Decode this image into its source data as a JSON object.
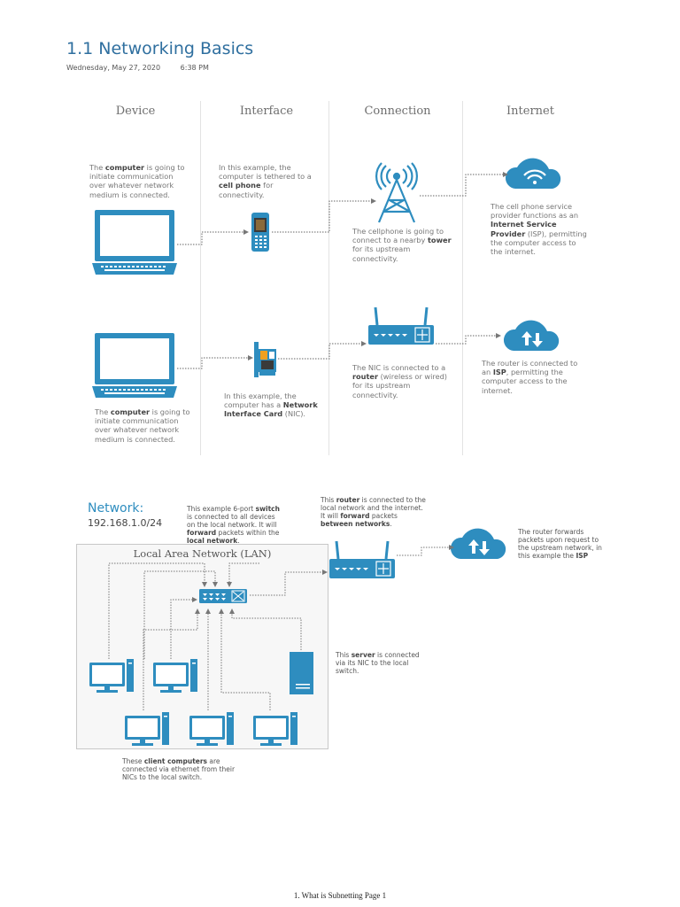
{
  "page": {
    "title": "1.1 Networking Basics",
    "date": "Wednesday, May 27, 2020",
    "time": "6:38 PM"
  },
  "columns": [
    "Device",
    "Interface",
    "Connection",
    "Internet"
  ],
  "row1": {
    "device_text": [
      {
        "t": "The "
      },
      {
        "t": "computer",
        "b": true
      },
      {
        "t": " is going to initiate communication over whatever network medium is connected."
      }
    ],
    "interface_text": [
      {
        "t": "In this example, the computer is tethered to a "
      },
      {
        "t": "cell phone",
        "b": true
      },
      {
        "t": " for connectivity."
      }
    ],
    "connection_text": [
      {
        "t": "The cellphone is going to connect to a nearby "
      },
      {
        "t": "tower",
        "b": true
      },
      {
        "t": " for its upstream connectivity."
      }
    ],
    "internet_text": [
      {
        "t": "The cell phone service provider functions as an "
      },
      {
        "t": "Internet Service Provider",
        "b": true
      },
      {
        "t": " (ISP), permitting the computer access to the internet."
      }
    ]
  },
  "row2": {
    "device_text": [
      {
        "t": "The "
      },
      {
        "t": "computer",
        "b": true
      },
      {
        "t": " is going to initiate communication over whatever network medium is connected."
      }
    ],
    "interface_text": [
      {
        "t": "In this example, the computer has a "
      },
      {
        "t": "Network Interface Card",
        "b": true
      },
      {
        "t": " (NIC)."
      }
    ],
    "connection_text": [
      {
        "t": "The NIC is connected to a "
      },
      {
        "t": "router",
        "b": true
      },
      {
        "t": " (wireless or wired) for its upstream connectivity."
      }
    ],
    "internet_text": [
      {
        "t": "The router is connected to an "
      },
      {
        "t": "ISP",
        "b": true
      },
      {
        "t": ", permitting the computer access to the internet."
      }
    ]
  },
  "network": {
    "label": "Network:",
    "address": "192.168.1.0/24",
    "lan_title": "Local Area Network (LAN)",
    "switch_text": [
      {
        "t": "This example 6-port "
      },
      {
        "t": "switch",
        "b": true
      },
      {
        "t": " is connected to all devices on the local network.  It will "
      },
      {
        "t": "forward",
        "b": true
      },
      {
        "t": " packets within the "
      },
      {
        "t": "local network",
        "b": true
      },
      {
        "t": "."
      }
    ],
    "router_text": [
      {
        "t": "This "
      },
      {
        "t": "router",
        "b": true
      },
      {
        "t": " is connected to the local network and the internet.  It will "
      },
      {
        "t": "forward",
        "b": true
      },
      {
        "t": " packets "
      },
      {
        "t": "between networks",
        "b": true
      },
      {
        "t": "."
      }
    ],
    "isp_text": [
      {
        "t": "The router forwards packets upon request to the upstream network, in this example the "
      },
      {
        "t": "ISP",
        "b": true
      }
    ],
    "server_text": [
      {
        "t": "This "
      },
      {
        "t": "server",
        "b": true
      },
      {
        "t": " is connected via its NIC to the local switch."
      }
    ],
    "clients_text": [
      {
        "t": "These "
      },
      {
        "t": "client computers",
        "b": true
      },
      {
        "t": " are connected via ethernet from their NICs to the local switch."
      }
    ]
  },
  "footer": "1. What is Subnetting Page 1",
  "colors": {
    "accent": "#2e8dbf",
    "title": "#2f6f9f",
    "text": "#777777"
  }
}
